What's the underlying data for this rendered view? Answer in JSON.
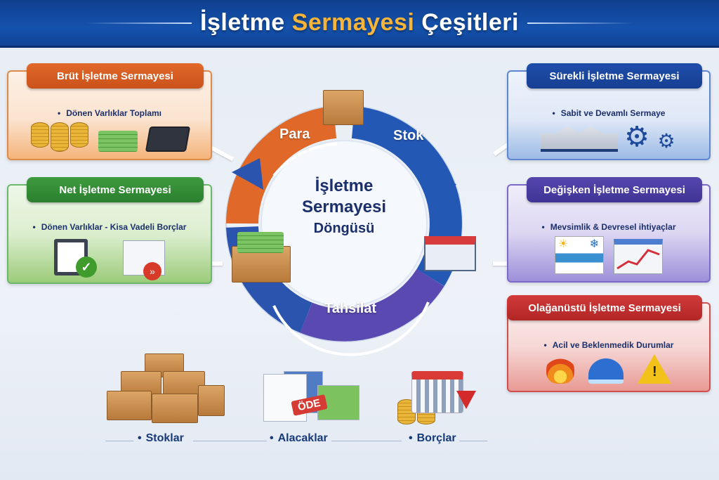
{
  "title": {
    "part1": "İşletme",
    "highlight": "Sermayesi",
    "part2": "Çeşitleri"
  },
  "cards": {
    "brut": {
      "title": "Brüt İşletme Sermayesi",
      "bullet": "Dönen Varlıklar Toplamı",
      "color": "#d35c22"
    },
    "net": {
      "title": "Net İşletme Sermayesi",
      "bullet": "Dönen Varlıklar - Kisa Vadeli Borçlar",
      "color": "#358c37"
    },
    "surekli": {
      "title": "Sürekli İşletme Sermayesi",
      "bullet": "Sabit ve Devamlı Sermaye",
      "color": "#1a469e"
    },
    "degisken": {
      "title": "Değişken İşletme Sermayesi",
      "bullet": "Mevsimlik & Devresel ihtiyaçlar",
      "color": "#4a3ea2"
    },
    "olaganustu": {
      "title": "Olağanüstü İşletme Sermayesi",
      "bullet": "Acil ve Beklenmedik Durumlar",
      "color": "#c23030"
    }
  },
  "cycle": {
    "center_line1": "İşletme",
    "center_line2": "Sermayesi",
    "center_line3": "Döngüsü",
    "labels": {
      "para": "Para",
      "stok": "Stok",
      "tahsilat": "Tahsilat"
    },
    "colors": {
      "para": "#e0692a",
      "stok": "#2458b5",
      "purple": "#5a49b0",
      "tahsilat": "#2a54ad"
    }
  },
  "bottom": {
    "items": [
      {
        "label": "Stoklar"
      },
      {
        "label": "Alacaklar"
      },
      {
        "label": "Borçlar"
      }
    ],
    "tag": "ÖDE"
  }
}
